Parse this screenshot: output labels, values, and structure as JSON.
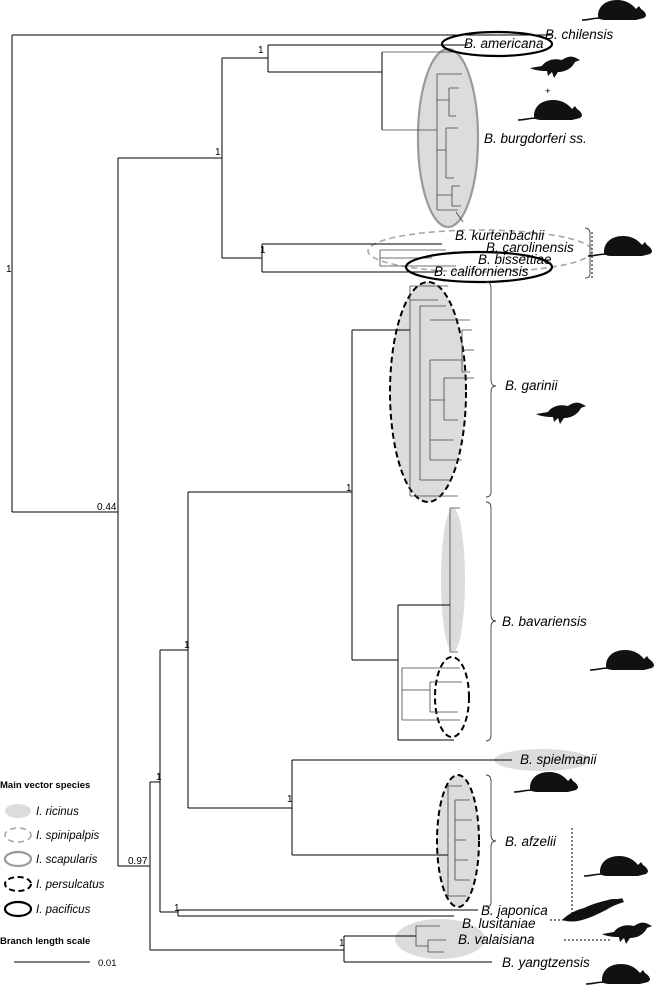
{
  "species_labels": {
    "chilensis": "B. chilensis",
    "americana": "B. americana",
    "burgdorferi": "B. burgdorferi ss.",
    "kurtenbachii": "B. kurtenbachii",
    "carolinensis": "B. carolinensis",
    "bissettiae": "B. bissettiae",
    "californiensis": "B. californiensis",
    "garinii": "B. garinii",
    "bavariensis": "B. bavariensis",
    "spielmanii": "B. spielmanii",
    "afzelii": "B. afzelii",
    "japonica": "B. japonica",
    "lusitaniae": "B. lusitaniae",
    "valaisiana": "B. valaisiana",
    "yangtzensis": "B. yangtzensis"
  },
  "node_support": {
    "root": "1",
    "americana_burgdorferi": "1",
    "big_clade": "1",
    "kurtenbachii_group": "1",
    "chilensis_split": "0.44",
    "garinii_bavariensis": "1",
    "eurasian": "1",
    "afzelii_spielmanii": "1",
    "japonica_group": "1",
    "valaisiana_group": "1",
    "lower_clade": "0.97",
    "afzelii_node": "1"
  },
  "host_plus": "+",
  "legend": {
    "title": "Main vector species",
    "items": [
      "I. ricinus",
      "I. spinipalpis",
      "I. scapularis",
      "I. persulcatus",
      "I. pacificus"
    ]
  },
  "scale": {
    "title": "Branch length scale",
    "value": "0.01"
  },
  "icons": [
    "rodent-icon",
    "bird-icon",
    "lizard-icon"
  ]
}
